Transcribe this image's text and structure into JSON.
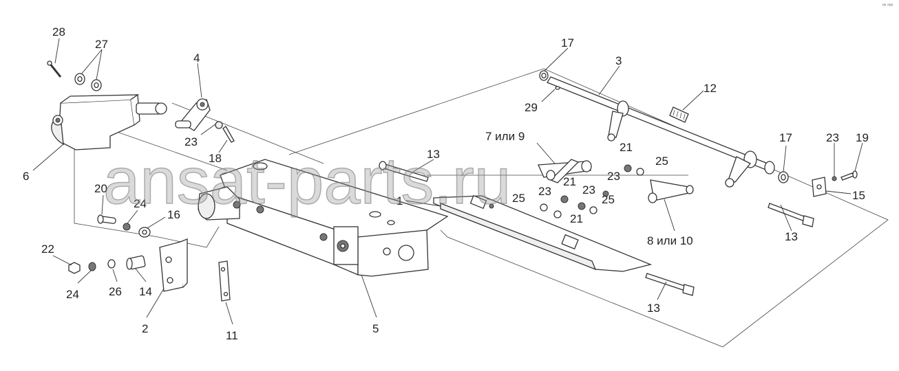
{
  "watermark": "ansat-parts.ru",
  "corner_mark": "ᵒᵒ ᵒᵒᵒ",
  "callouts": [
    {
      "id": "c28",
      "text": "28"
    },
    {
      "id": "c27",
      "text": "27"
    },
    {
      "id": "c4",
      "text": "4"
    },
    {
      "id": "c23a",
      "text": "23"
    },
    {
      "id": "c18",
      "text": "18"
    },
    {
      "id": "c6",
      "text": "6"
    },
    {
      "id": "c20",
      "text": "20"
    },
    {
      "id": "c24a",
      "text": "24"
    },
    {
      "id": "c16",
      "text": "16"
    },
    {
      "id": "c22",
      "text": "22"
    },
    {
      "id": "c24b",
      "text": "24"
    },
    {
      "id": "c26",
      "text": "26"
    },
    {
      "id": "c14",
      "text": "14"
    },
    {
      "id": "c2",
      "text": "2"
    },
    {
      "id": "c11",
      "text": "11"
    },
    {
      "id": "c5",
      "text": "5"
    },
    {
      "id": "c1",
      "text": "1"
    },
    {
      "id": "c13a",
      "text": "13"
    },
    {
      "id": "c17a",
      "text": "17"
    },
    {
      "id": "c3",
      "text": "3"
    },
    {
      "id": "c29",
      "text": "29"
    },
    {
      "id": "c12",
      "text": "12"
    },
    {
      "id": "c7",
      "text": "7 или 9"
    },
    {
      "id": "c21a",
      "text": "21"
    },
    {
      "id": "c23b",
      "text": "23"
    },
    {
      "id": "c25a",
      "text": "25"
    },
    {
      "id": "c21b",
      "text": "21"
    },
    {
      "id": "c23c",
      "text": "23"
    },
    {
      "id": "c23d",
      "text": "23"
    },
    {
      "id": "c25b",
      "text": "25"
    },
    {
      "id": "c25c",
      "text": "25"
    },
    {
      "id": "c21c",
      "text": "21"
    },
    {
      "id": "c8",
      "text": "8 или 10"
    },
    {
      "id": "c17b",
      "text": "17"
    },
    {
      "id": "c23e",
      "text": "23"
    },
    {
      "id": "c19",
      "text": "19"
    },
    {
      "id": "c15",
      "text": "15"
    },
    {
      "id": "c13b",
      "text": "13"
    },
    {
      "id": "c13c",
      "text": "13"
    }
  ]
}
